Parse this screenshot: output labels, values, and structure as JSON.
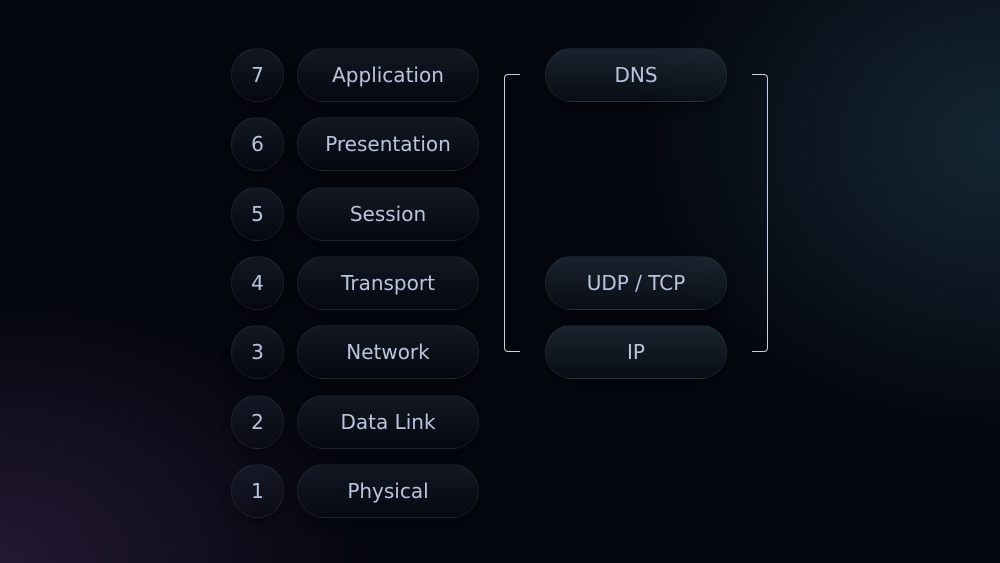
{
  "layers": [
    {
      "number": "7",
      "name": "Application"
    },
    {
      "number": "6",
      "name": "Presentation"
    },
    {
      "number": "5",
      "name": "Session"
    },
    {
      "number": "4",
      "name": "Transport"
    },
    {
      "number": "3",
      "name": "Network"
    },
    {
      "number": "2",
      "name": "Data Link"
    },
    {
      "number": "1",
      "name": "Physical"
    }
  ],
  "protocols": [
    {
      "layer": "7",
      "name": "DNS"
    },
    {
      "layer": "4",
      "name": "UDP / TCP"
    },
    {
      "layer": "3",
      "name": "IP"
    }
  ]
}
